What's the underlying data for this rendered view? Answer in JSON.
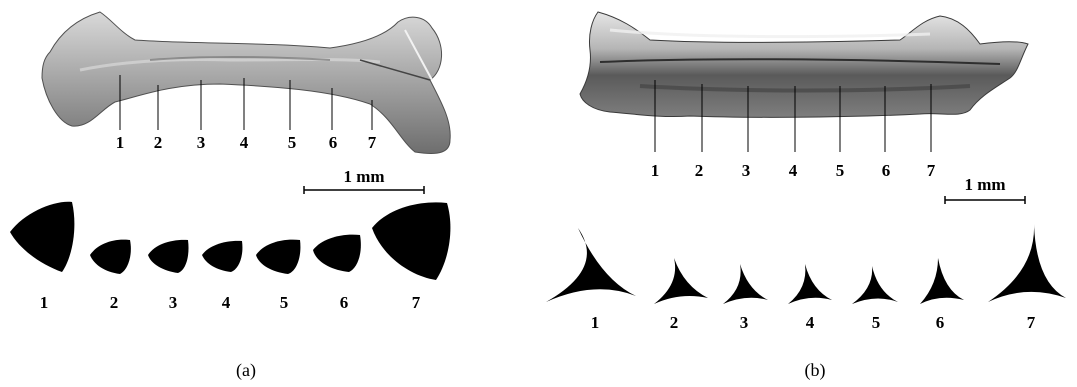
{
  "figure": {
    "panels": [
      {
        "id": "a",
        "caption": "(a)",
        "scale_bar_label": "1 mm",
        "bone_section_labels": [
          "1",
          "2",
          "3",
          "4",
          "5",
          "6",
          "7"
        ],
        "cross_section_labels": [
          "1",
          "2",
          "3",
          "4",
          "5",
          "6",
          "7"
        ],
        "cross_section_shape": "rounded-triangle",
        "bone_tone": "#9a9a9a"
      },
      {
        "id": "b",
        "caption": "(b)",
        "scale_bar_label": "1 mm",
        "bone_section_labels": [
          "1",
          "2",
          "3",
          "4",
          "5",
          "6",
          "7"
        ],
        "cross_section_labels": [
          "1",
          "2",
          "3",
          "4",
          "5",
          "6",
          "7"
        ],
        "cross_section_shape": "concave-triangle",
        "bone_tone": "#8a8a8a"
      }
    ]
  }
}
